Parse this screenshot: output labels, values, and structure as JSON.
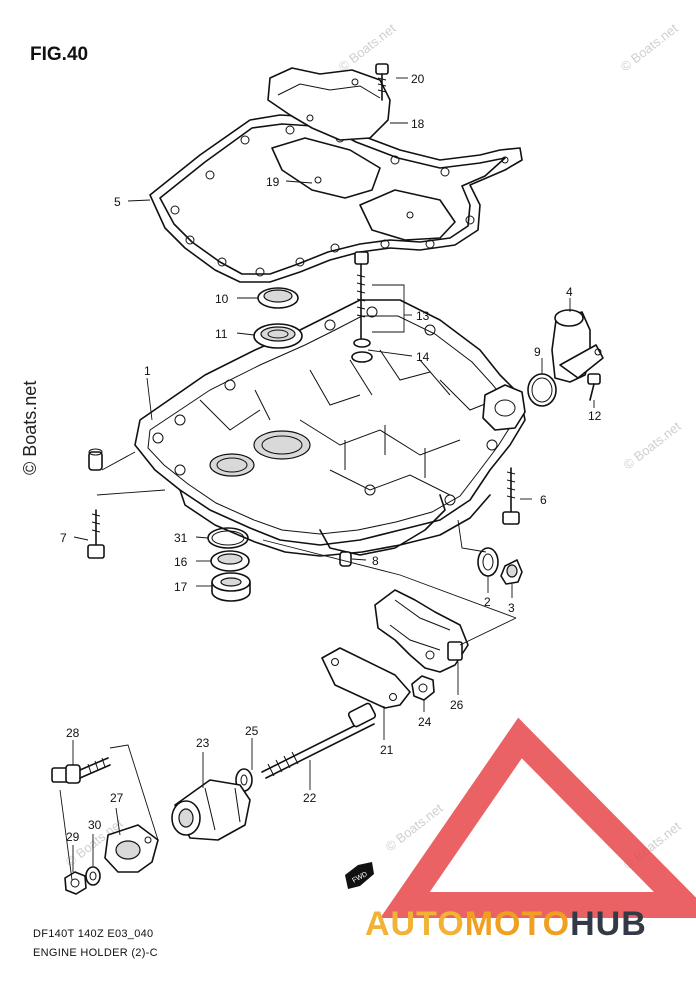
{
  "figure": {
    "title": "FIG.40"
  },
  "footer": {
    "model": "DF140T 140Z E03_040",
    "caption": "ENGINE HOLDER (2)-C"
  },
  "watermark": {
    "text": "© Boats.net",
    "side_text": "© Boats.net"
  },
  "logo": {
    "part1": "AUTO",
    "part2": "MOTO",
    "part3": "HUB",
    "color_primary": "#e8474b",
    "color_accent": "#f0a020",
    "color_dark": "#333a45"
  },
  "callouts": {
    "c1": "1",
    "c2": "2",
    "c3": "3",
    "c4": "4",
    "c5": "5",
    "c6": "6",
    "c7": "7",
    "c8": "8",
    "c9": "9",
    "c10": "10",
    "c11": "11",
    "c12": "12",
    "c13": "13",
    "c14": "14",
    "c16": "16",
    "c17": "17",
    "c18": "18",
    "c19": "19",
    "c20": "20",
    "c21": "21",
    "c22": "22",
    "c23": "23",
    "c24": "24",
    "c25": "25",
    "c26": "26",
    "c27": "27",
    "c28": "28",
    "c29": "29",
    "c30": "30",
    "c31": "31"
  },
  "fwd_mark": {
    "text": "FWD"
  }
}
